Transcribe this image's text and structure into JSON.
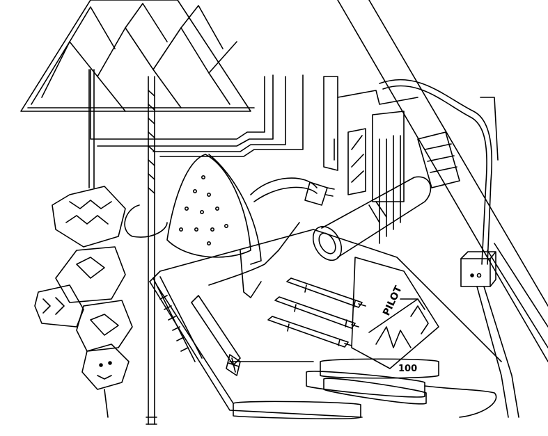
{
  "artwork": {
    "ink_color": "#000000",
    "paper_color": "#ffffff",
    "style": "line-drawing"
  },
  "labels": {
    "pen_case_brand": "PILOT",
    "roller_number": "100"
  },
  "icons": [
    "lamp-shade-icon",
    "clothes-iron-icon",
    "power-plug-icon",
    "paper-roll-icon",
    "marker-pen-icon",
    "paper-lantern-icon",
    "paint-roller-icon",
    "power-switch-icon"
  ]
}
